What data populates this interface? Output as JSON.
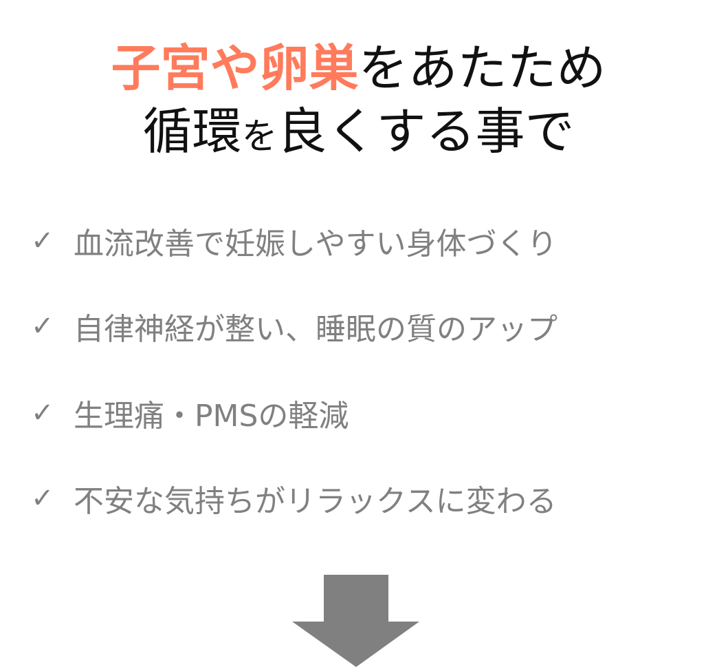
{
  "headline": {
    "line1_accent": "子宮や卵巣",
    "line1_rest": "をあたため",
    "line2_a": "循環",
    "line2_b": "を",
    "line2_c": "良くする事で"
  },
  "benefits": [
    {
      "icon": "check-icon",
      "mark": "✓",
      "text": "血流改善で妊娠しやすい身体づくり"
    },
    {
      "icon": "check-icon",
      "mark": "✓",
      "text": "自律神経が整い、睡眠の質のアップ"
    },
    {
      "icon": "check-icon",
      "mark": "✓",
      "text": "生理痛・PMSの軽減"
    },
    {
      "icon": "check-icon",
      "mark": "✓",
      "text": "不安な気持ちがリラックスに変わる"
    }
  ],
  "colors": {
    "accent": "#FF7B5C",
    "text": "#111111",
    "gray": "#808080"
  }
}
